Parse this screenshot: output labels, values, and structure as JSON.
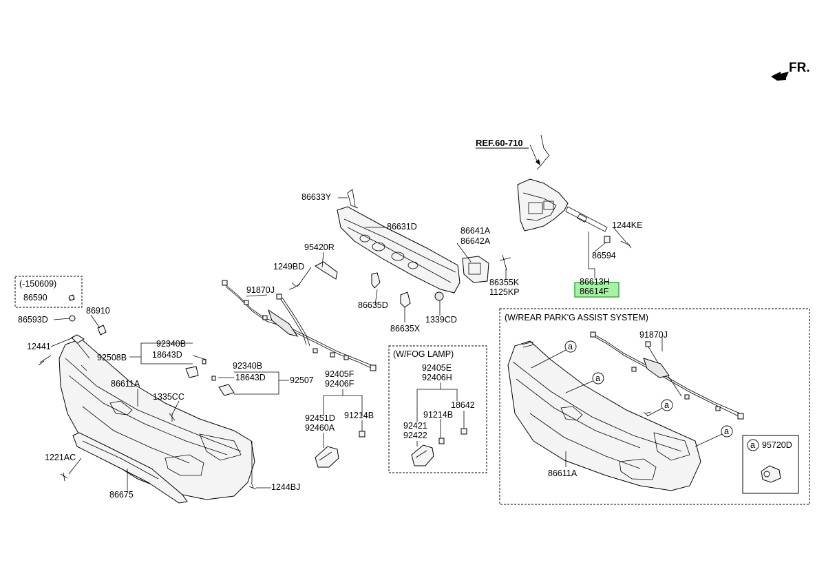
{
  "direction": {
    "label": "FR."
  },
  "reference": {
    "label": "REF.60-710"
  },
  "parts": {
    "p86633Y": "86633Y",
    "p86631D": "86631D",
    "p95420R": "95420R",
    "p1249BD": "1249BD",
    "p91870J_a": "91870J",
    "p86641A": "86641A",
    "p86642A": "86642A",
    "p86635D": "86635D",
    "p86635X": "86635X",
    "p1339CD": "1339CD",
    "p86355K": "86355K",
    "p1125KP": "1125KP",
    "p1244KE": "1244KE",
    "p86594": "86594",
    "p86613H": "86613H",
    "p86614F": "86614F",
    "p86590": "86590",
    "p86593D": "86593D",
    "p86910": "86910",
    "p12441": "12441",
    "p92340B_a": "92340B",
    "p92508B": "92508B",
    "p18643D_a": "18643D",
    "p92340B_b": "92340B",
    "p18643D_b": "18643D",
    "p92507": "92507",
    "p86611A_a": "86611A",
    "p1335CC": "1335CC",
    "p1221AC": "1221AC",
    "p86675": "86675",
    "p1244BJ": "1244BJ",
    "p92405F": "92405F",
    "p92406F": "92406F",
    "p92451D": "92451D",
    "p92460A": "92460A",
    "p91214B_a": "91214B",
    "p92405E": "92405E",
    "p92406H": "92406H",
    "p18642": "18642",
    "p92421": "92421",
    "p91214B_b": "91214B",
    "p92422": "92422",
    "p91870J_b": "91870J",
    "p86611A_b": "86611A",
    "p95720D": "95720D"
  },
  "boxes": {
    "date_range": "(-150609)",
    "fog_lamp": "(W/FOG LAMP)",
    "park_assist": "(W/REAR PARK'G ASSIST SYSTEM)"
  },
  "callout": {
    "letter": "a"
  },
  "highlight": {
    "color": "#a9f1a9",
    "border": "#2eb82e"
  }
}
